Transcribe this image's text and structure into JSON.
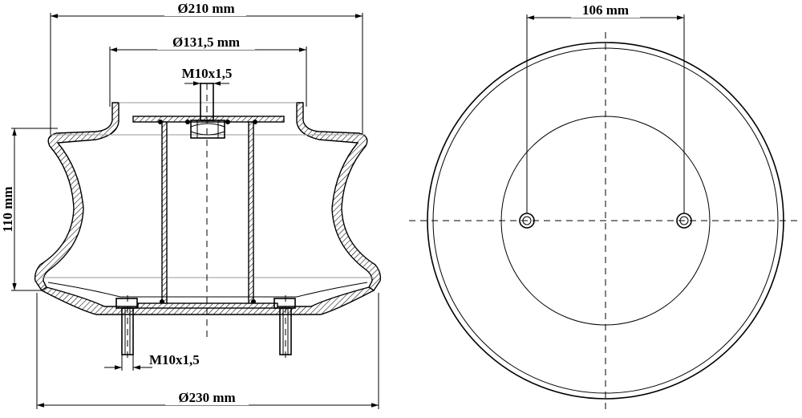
{
  "dimensions": {
    "outer_top_diameter": "Ø210 mm",
    "plate_diameter": "Ø131,5 mm",
    "top_thread": "M10x1,5",
    "height": "110 mm",
    "bottom_thread": "M10x1,5",
    "base_diameter": "Ø230 mm",
    "bolt_spacing": "106 mm"
  }
}
